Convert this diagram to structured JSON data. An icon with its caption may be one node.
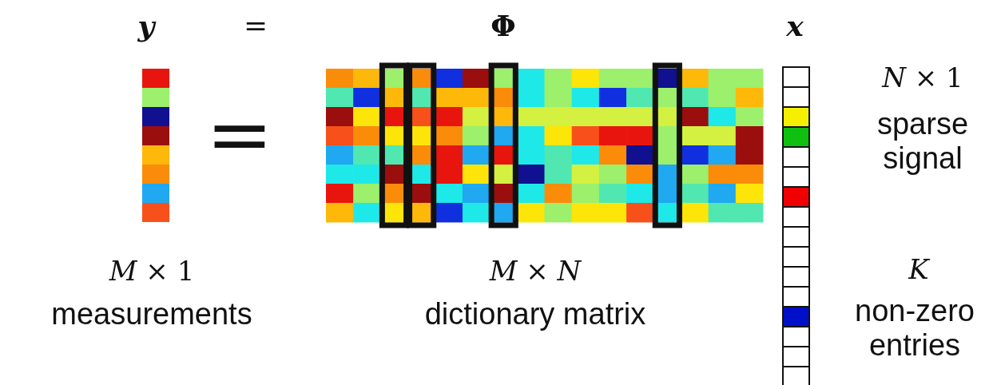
{
  "diagram": {
    "labels": [
      "y",
      "=",
      "Φ",
      "x",
      "=",
      "*N* × 1",
      "sparse signal",
      "*M* × 1",
      "measurements",
      "*M* ×  *N*",
      "dictionary matrix",
      "*K*",
      "non-zero entries"
    ]
  }
}
